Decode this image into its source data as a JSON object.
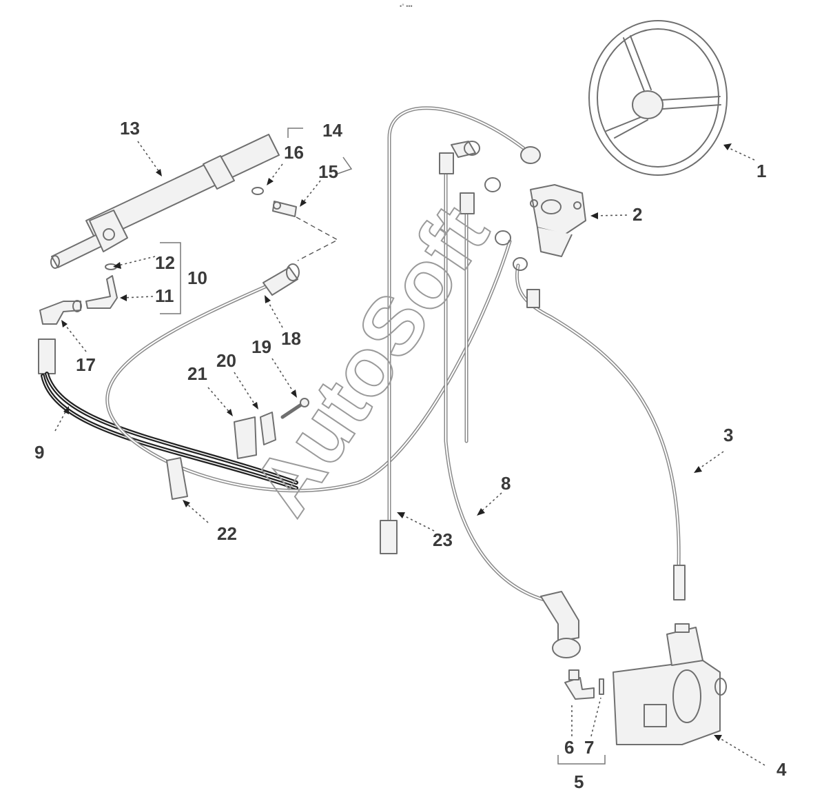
{
  "header": {
    "text": "•° •••"
  },
  "watermark": {
    "text": "AutoSoft"
  },
  "callouts": [
    "1",
    "2",
    "3",
    "4",
    "5",
    "6",
    "7",
    "8",
    "9",
    "10",
    "11",
    "12",
    "13",
    "14",
    "15",
    "16",
    "17",
    "18",
    "19",
    "20",
    "21",
    "22",
    "23"
  ],
  "colors": {
    "line": "#6f6f6f",
    "text": "#3a3a3a",
    "hose_dark": "#222222"
  }
}
